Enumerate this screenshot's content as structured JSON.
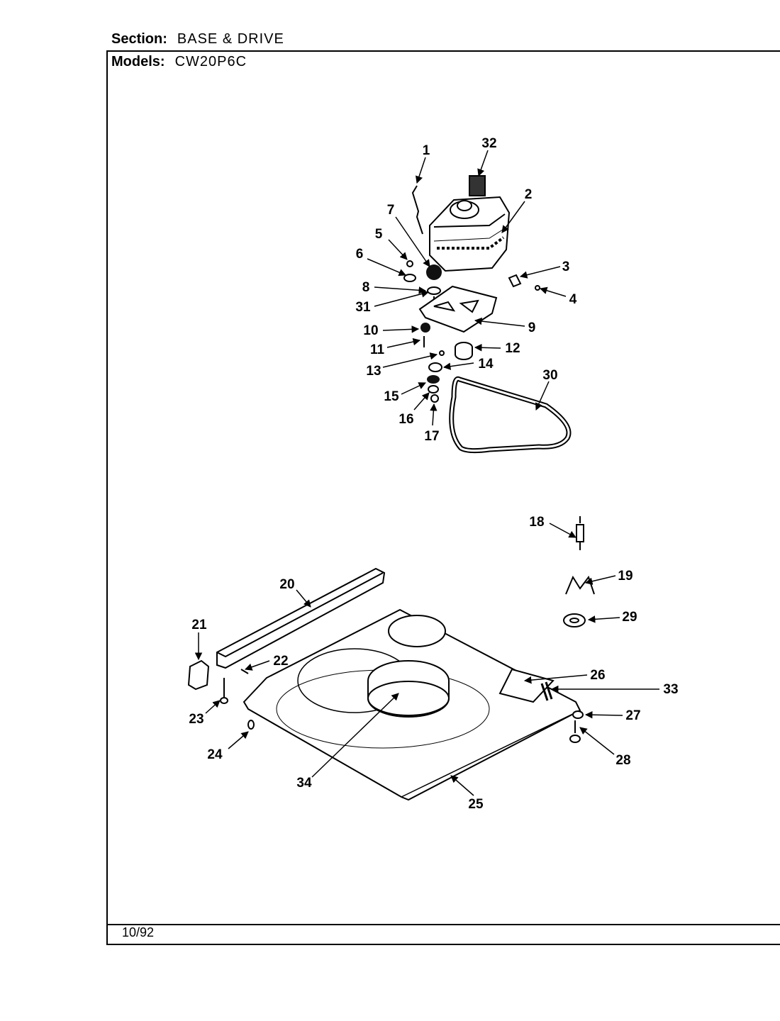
{
  "header": {
    "section_label": "Section:",
    "section_value": "BASE & DRIVE",
    "models_label": "Models:",
    "models_value": "CW20P6C"
  },
  "footer": {
    "date": "10/92"
  },
  "callouts": [
    {
      "id": "1",
      "text": "1"
    },
    {
      "id": "2",
      "text": "2"
    },
    {
      "id": "3",
      "text": "3"
    },
    {
      "id": "4",
      "text": "4"
    },
    {
      "id": "5",
      "text": "5"
    },
    {
      "id": "6",
      "text": "6"
    },
    {
      "id": "7",
      "text": "7"
    },
    {
      "id": "8",
      "text": "8"
    },
    {
      "id": "9",
      "text": "9"
    },
    {
      "id": "10",
      "text": "10"
    },
    {
      "id": "11",
      "text": "11"
    },
    {
      "id": "12",
      "text": "12"
    },
    {
      "id": "13",
      "text": "13"
    },
    {
      "id": "14",
      "text": "14"
    },
    {
      "id": "15",
      "text": "15"
    },
    {
      "id": "16",
      "text": "16"
    },
    {
      "id": "17",
      "text": "17"
    },
    {
      "id": "18",
      "text": "18"
    },
    {
      "id": "19",
      "text": "19"
    },
    {
      "id": "20",
      "text": "20"
    },
    {
      "id": "21",
      "text": "21"
    },
    {
      "id": "22",
      "text": "22"
    },
    {
      "id": "23",
      "text": "23"
    },
    {
      "id": "24",
      "text": "24"
    },
    {
      "id": "25",
      "text": "25"
    },
    {
      "id": "26",
      "text": "26"
    },
    {
      "id": "27",
      "text": "27"
    },
    {
      "id": "28",
      "text": "28"
    },
    {
      "id": "29",
      "text": "29"
    },
    {
      "id": "30",
      "text": "30"
    },
    {
      "id": "31",
      "text": "31"
    },
    {
      "id": "32",
      "text": "32"
    },
    {
      "id": "33",
      "text": "33"
    },
    {
      "id": "34",
      "text": "34"
    }
  ]
}
